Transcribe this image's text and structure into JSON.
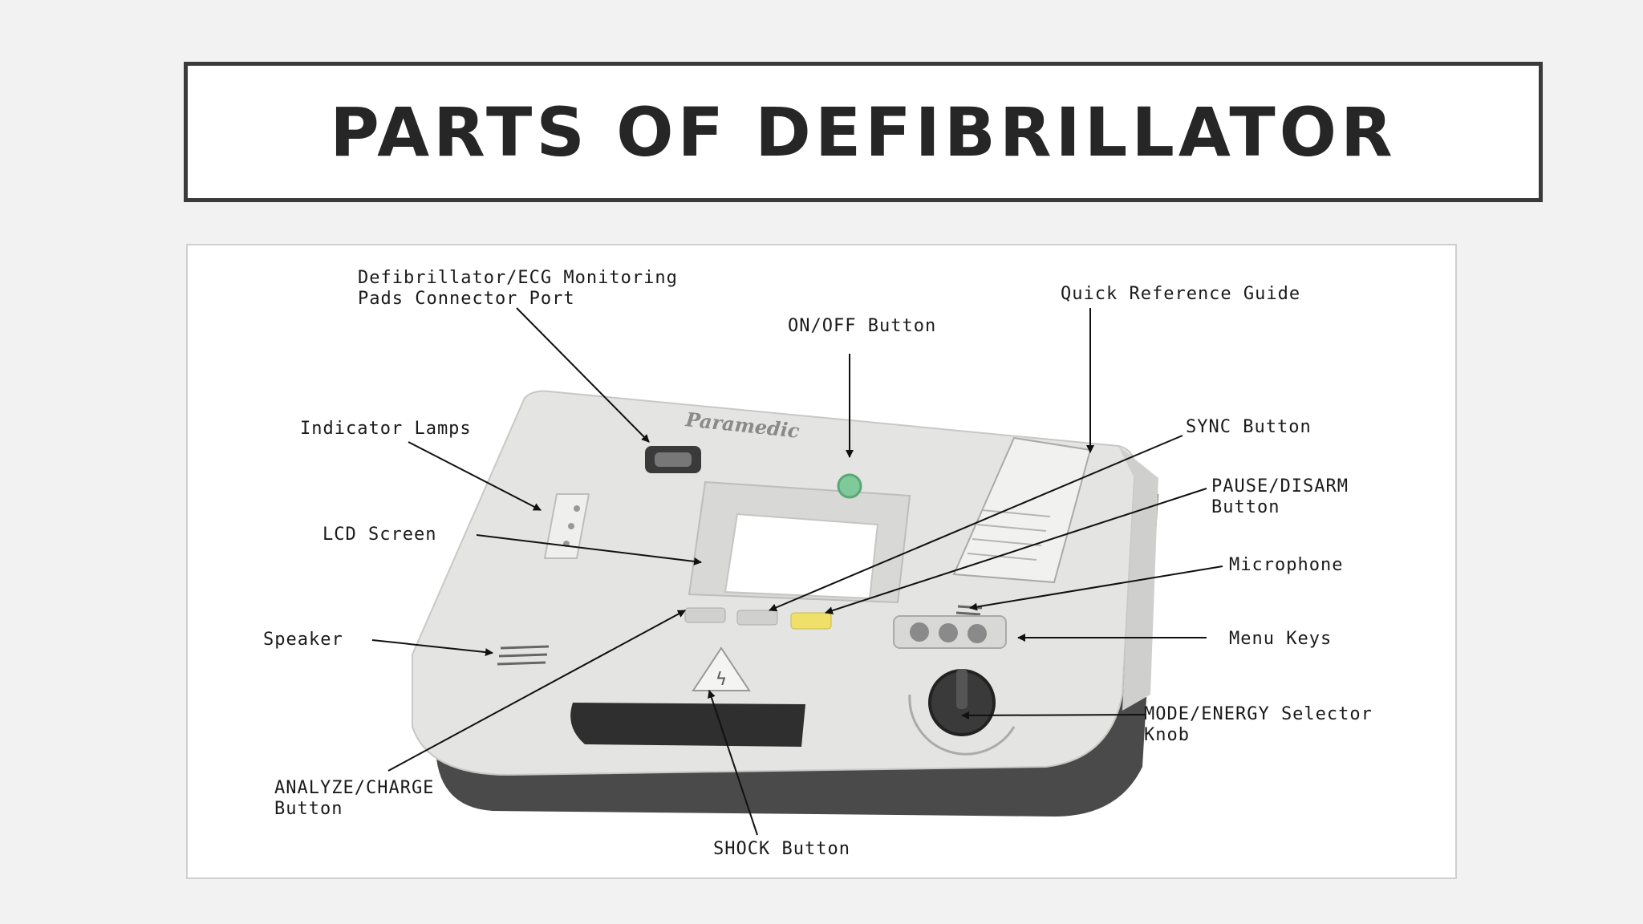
{
  "title": "PARTS OF DEFIBRILLATOR",
  "device_brand": "Paramedic",
  "labels": {
    "pads_port": [
      "Defibrillator/ECG Monitoring",
      "Pads Connector Port"
    ],
    "on_off": [
      "ON/OFF Button"
    ],
    "quick_ref": [
      "Quick Reference Guide"
    ],
    "indicator_lamps": [
      "Indicator Lamps"
    ],
    "sync": [
      "SYNC Button"
    ],
    "pause_disarm": [
      "PAUSE/DISARM",
      "Button"
    ],
    "lcd": [
      "LCD Screen"
    ],
    "microphone": [
      "Microphone"
    ],
    "speaker": [
      "Speaker"
    ],
    "menu_keys": [
      "Menu Keys"
    ],
    "mode_energy": [
      "MODE/ENERGY Selector",
      "Knob"
    ],
    "analyze_charge": [
      "ANALYZE/CHARGE",
      "Button"
    ],
    "shock": [
      "SHOCK Button"
    ]
  },
  "colors": {
    "title_border": "#3a3a3a",
    "title_text": "#262626",
    "device_body": "#e4e4e2",
    "device_base": "#4a4a4a",
    "on_button": "#7fc99a",
    "pause_button": "#efe06a"
  }
}
